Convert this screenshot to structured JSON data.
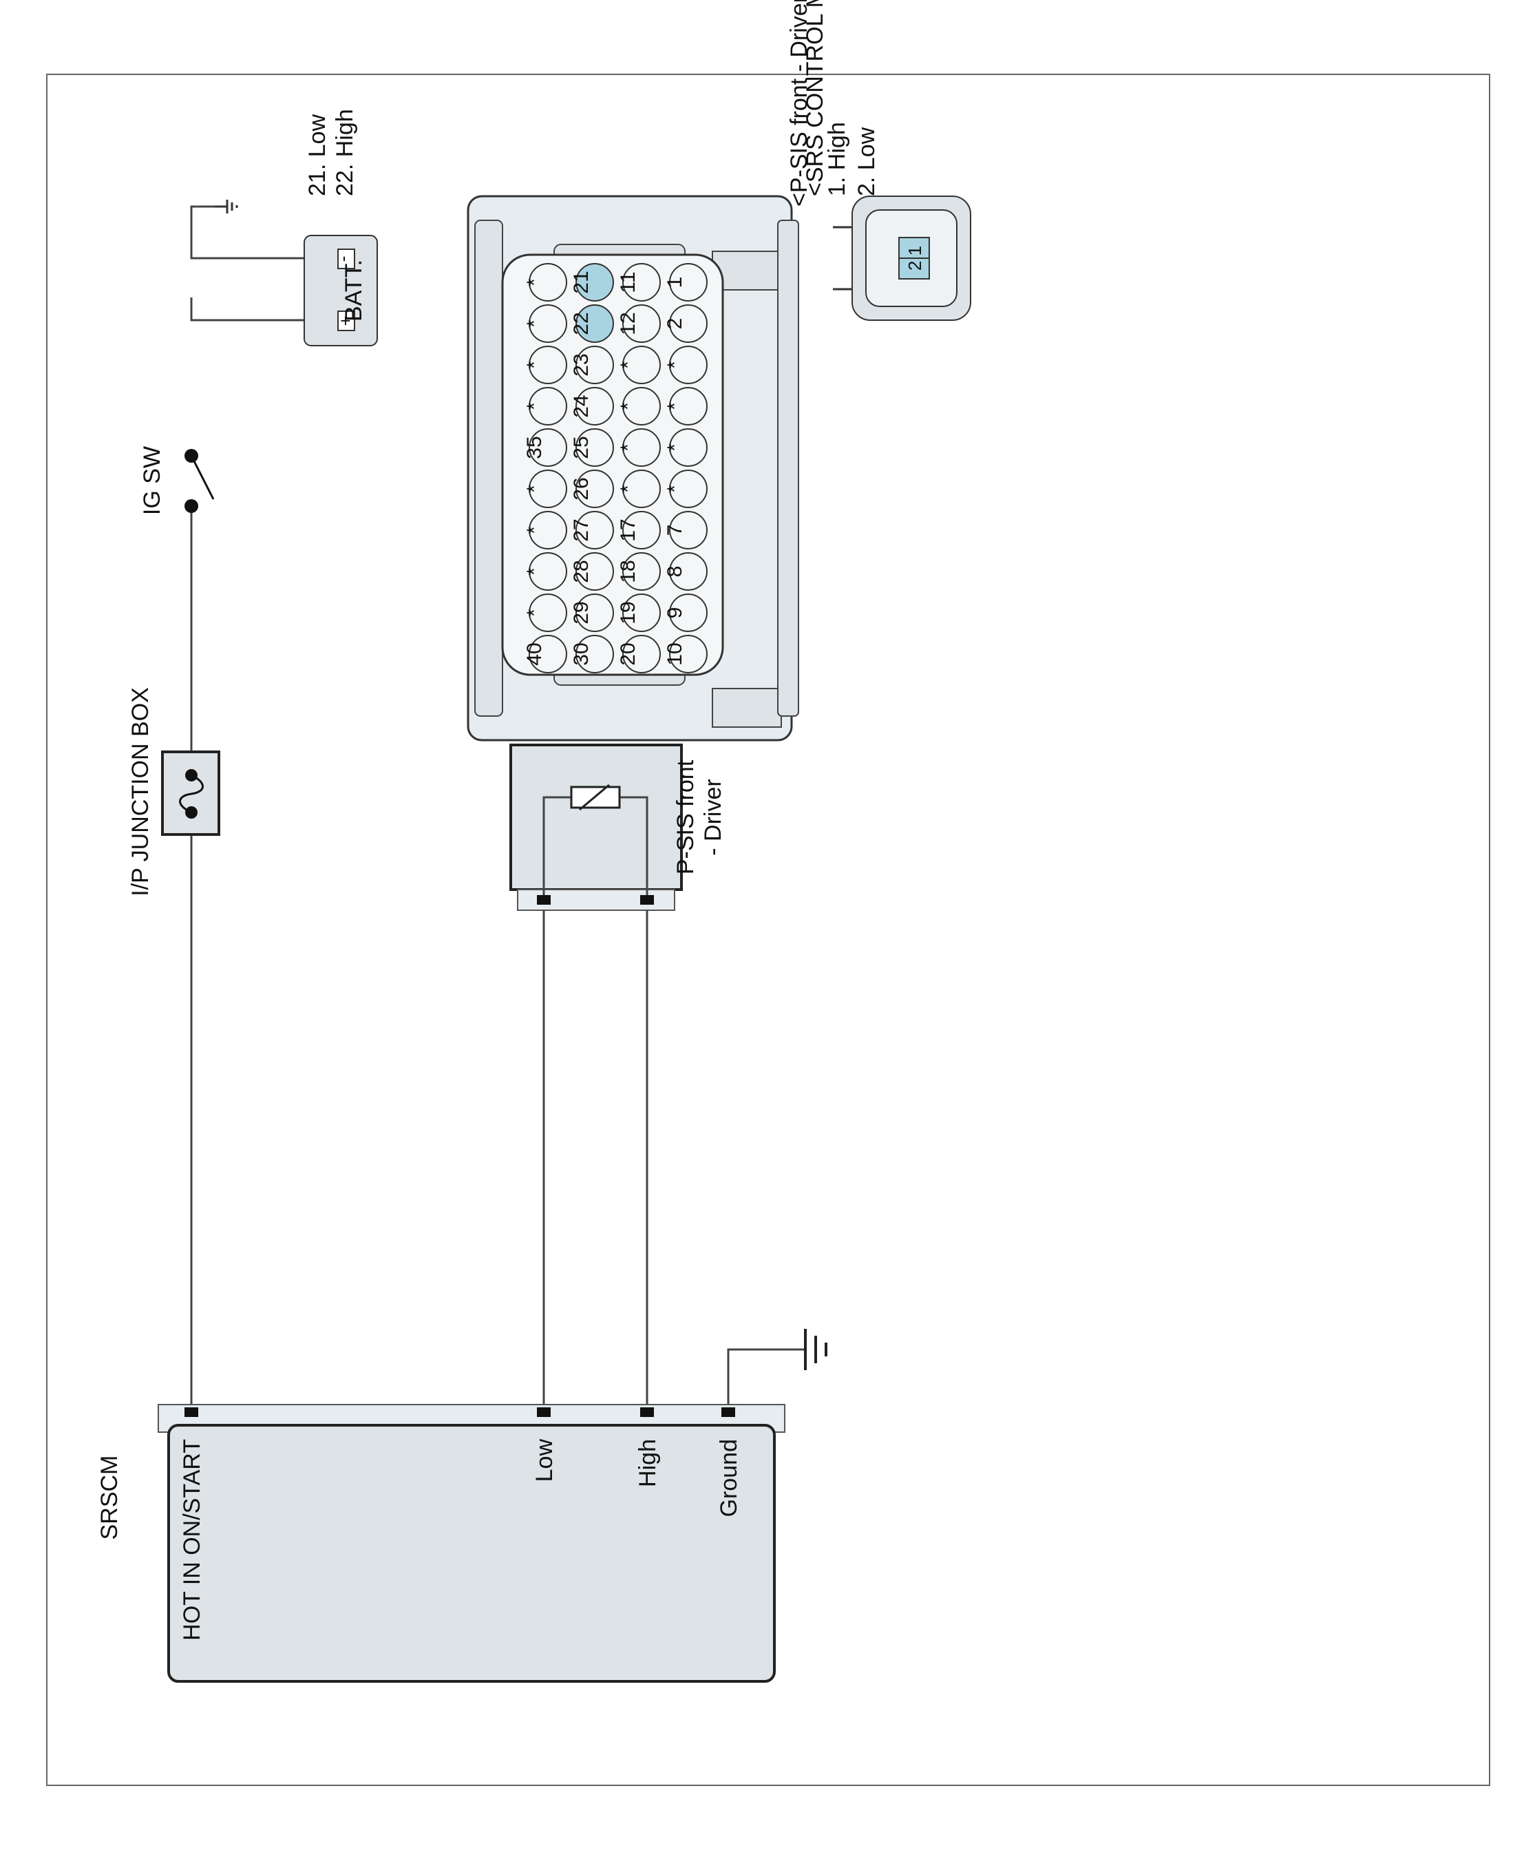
{
  "battery": {
    "label": "BATT.",
    "minus": "-",
    "plus": "+"
  },
  "ig_switch": {
    "label": "IG SW"
  },
  "junction_box": {
    "label": "I/P JUNCTION BOX"
  },
  "psis_component": {
    "label_line1": "P-SIS front",
    "label_line2": "- Driver"
  },
  "srscm": {
    "title": "SRSCM",
    "pins": [
      "HOT IN ON/START",
      "Low",
      "High",
      "Ground"
    ]
  },
  "psis_connector": {
    "title": "<P-SIS front - Driver>",
    "pin_numbers": "2 1",
    "legend": [
      "1. High",
      "2. Low"
    ]
  },
  "srs_connector": {
    "title": "<SRS CONTROL MODULE>",
    "legend": [
      "21. Low",
      "22. High"
    ],
    "rows": [
      [
        "10",
        "9",
        "8",
        "7",
        "*",
        "*",
        "*",
        "*",
        "2",
        "1"
      ],
      [
        "20",
        "19",
        "18",
        "17",
        "*",
        "*",
        "*",
        "*",
        "12",
        "11"
      ],
      [
        "30",
        "29",
        "28",
        "27",
        "26",
        "25",
        "24",
        "23",
        "22",
        "21"
      ],
      [
        "40",
        "*",
        "*",
        "*",
        "*",
        "35",
        "*",
        "*",
        "*",
        "*"
      ]
    ],
    "highlighted": [
      "22",
      "21"
    ],
    "highlight_color": "#a9d3e0"
  },
  "colors": {
    "component_fill": "#dde3e6",
    "connector_fill": "#e6ecef",
    "pin_fill": "#f4f6f7",
    "highlight": "#a9d3e0"
  }
}
